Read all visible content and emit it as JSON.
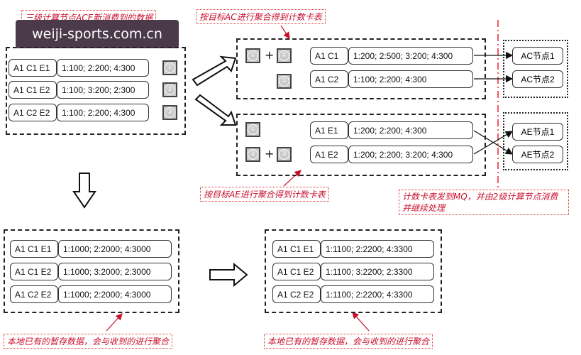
{
  "watermark": "weiji-sports.com.cn",
  "notes": {
    "top_left": "三级计算节点ACE新消费到的数据",
    "ac_agg": "按目标AC进行聚合得到计数卡表",
    "ae_agg": "按目标AE进行聚合得到计数卡表",
    "mq": "计数卡表发到MQ，并由2级计算节点消费并继续处理",
    "bottom_left": "本地已有的暂存数据，会与收到的进行聚合",
    "bottom_right": "本地已有的暂存数据，会与收到的进行聚合"
  },
  "source": {
    "rows": [
      {
        "key": "A1 C1 E1",
        "value": "1:100; 2:200; 4:300",
        "badge": "①"
      },
      {
        "key": "A1 C1 E2",
        "value": "1:100; 3:200; 2:300",
        "badge": "②"
      },
      {
        "key": "A1 C2 E2",
        "value": "1:100; 2:200; 4:300",
        "badge": "③"
      }
    ]
  },
  "ac_group": {
    "badges_row1": [
      "①",
      "②"
    ],
    "badges_row2": [
      "③"
    ],
    "plus": "+",
    "rows": [
      {
        "key": "A1 C1",
        "value": "1:200; 2:500; 3:200; 4:300"
      },
      {
        "key": "A1 C2",
        "value": "1:100; 2:200; 4:300"
      }
    ]
  },
  "ae_group": {
    "badges_row1": [
      "①"
    ],
    "badges_row2": [
      "②",
      "③"
    ],
    "plus": "+",
    "rows": [
      {
        "key": "A1 E1",
        "value": "1:200; 2:200; 4:300"
      },
      {
        "key": "A1 E2",
        "value": "1:200; 2:200; 3:200; 4:300"
      }
    ]
  },
  "nodes": {
    "ac": [
      "AC节点1",
      "AC节点2"
    ],
    "ae": [
      "AE节点1",
      "AE节点2"
    ]
  },
  "local_left": {
    "rows": [
      {
        "key": "A1 C1 E1",
        "value": "1:1000; 2:2000; 4:3000"
      },
      {
        "key": "A1 C1 E2",
        "value": "1:1000; 3:2000; 2:3000"
      },
      {
        "key": "A1 C2 E2",
        "value": "1:1000; 2:2000; 4:3000"
      }
    ]
  },
  "local_right": {
    "rows": [
      {
        "key": "A1 C1 E1",
        "value": "1:1100; 2:2200; 4:3300"
      },
      {
        "key": "A1 C1 E2",
        "value": "1:1100; 3:2200; 2:3300"
      },
      {
        "key": "A1 C2 E2",
        "value": "1:1100; 2:2200; 4:3300"
      }
    ]
  },
  "colors": {
    "note_red": "#c8102e",
    "badge_grey": "#c8c8c8",
    "guide_red": "#e23"
  }
}
